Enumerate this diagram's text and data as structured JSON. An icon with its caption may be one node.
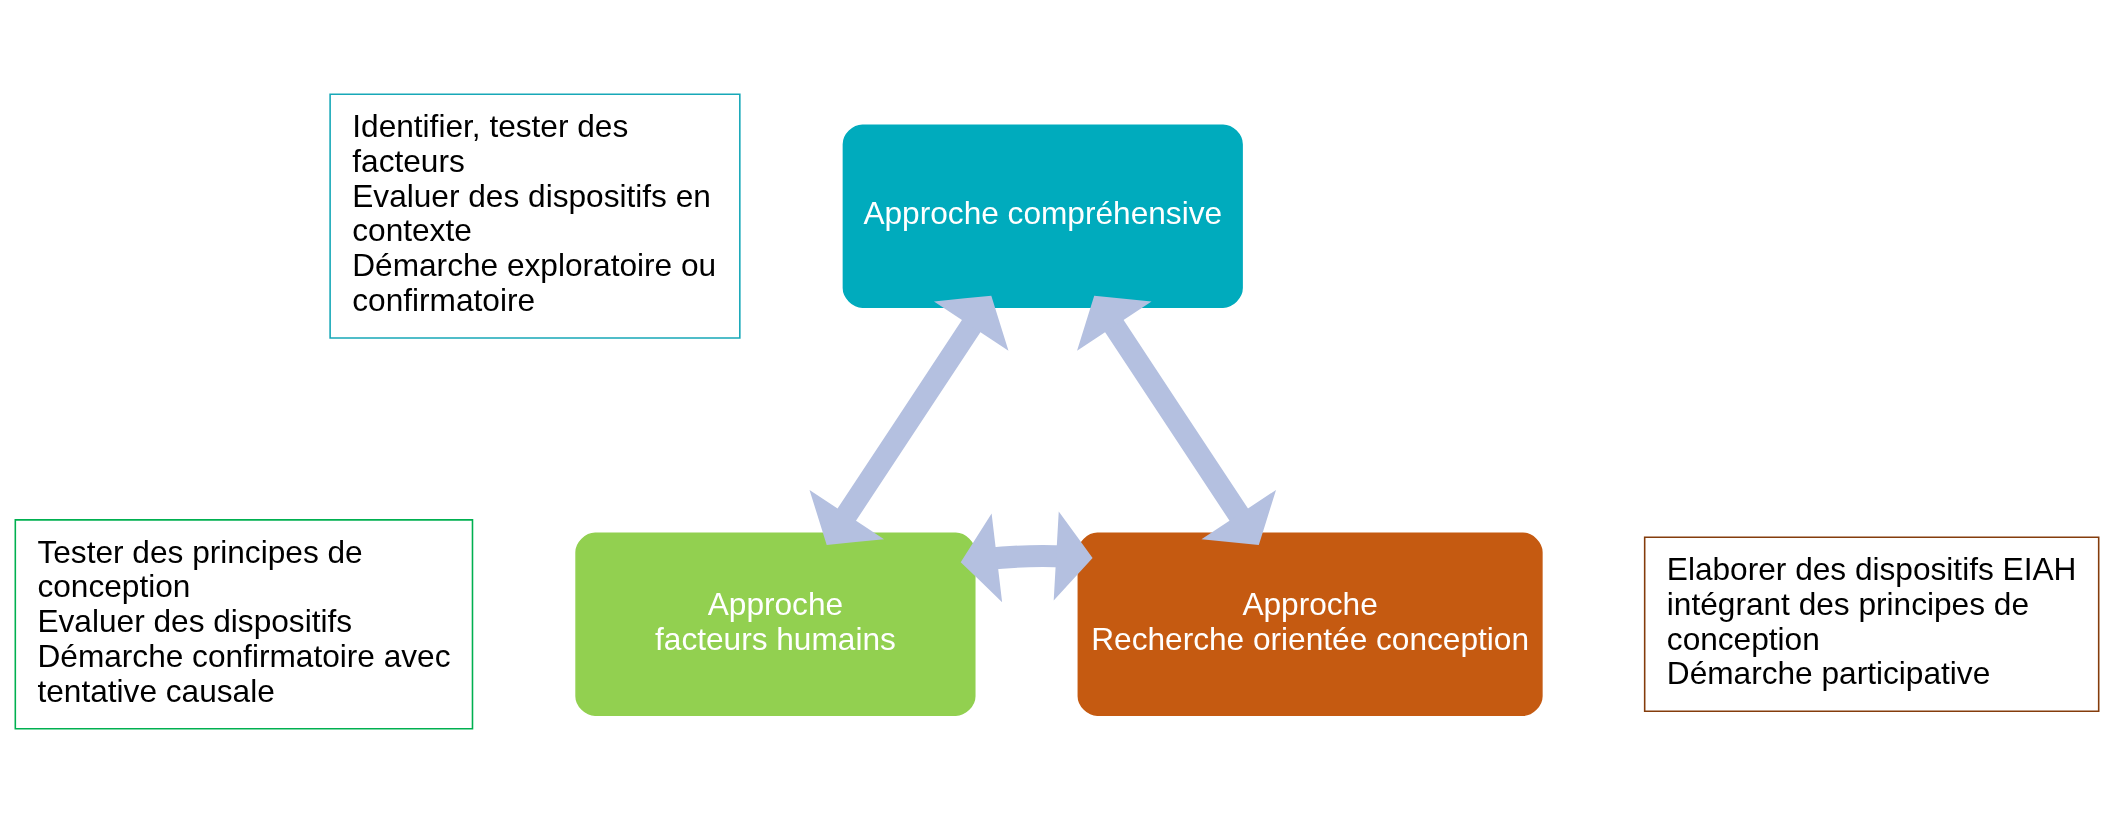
{
  "diagram": {
    "nodes": [
      {
        "text": [
          "Identifier, tester des facteurs",
          "Evaluer des dispositifs en contexte",
          "Démarche exploratoire ou confirmatoire"
        ]
      },
      {
        "text": [
          "Approche compréhensive"
        ]
      },
      {
        "text": [
          "Tester des principes de conception",
          "Evaluer des dispositifs",
          "Démarche confirmatoire avec tentative causale"
        ]
      },
      {
        "text": [
          "Approche",
          "facteurs humains"
        ]
      },
      {
        "text": [
          "Approche",
          "Recherche orientée conception"
        ]
      },
      {
        "text": [
          "Elaborer des dispositifs EIAH intégrant des principes de conception",
          "Démarche participative"
        ]
      }
    ],
    "edges": [
      {
        "from": 1,
        "to": 3,
        "arrow": "both"
      },
      {
        "from": 1,
        "to": 4,
        "arrow": "both"
      },
      {
        "from": 3,
        "to": 4,
        "arrow": "both"
      }
    ]
  }
}
